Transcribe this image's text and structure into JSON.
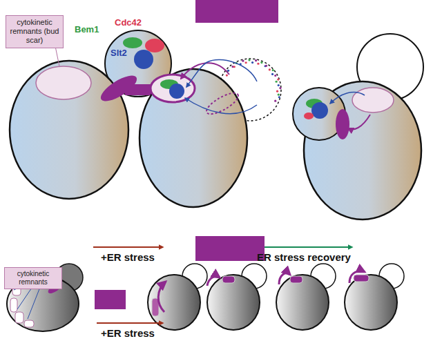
{
  "diagram": {
    "nodes": [
      {
        "text": [
          "cytokinetic remnants (bud scar)"
        ]
      },
      {
        "text": [
          "cytokinetic remnants"
        ]
      }
    ],
    "labels": [
      "Bem1",
      "Cdc42",
      "Slt2",
      "+ER stress",
      "ER stress recovery",
      "+ER stress"
    ]
  }
}
